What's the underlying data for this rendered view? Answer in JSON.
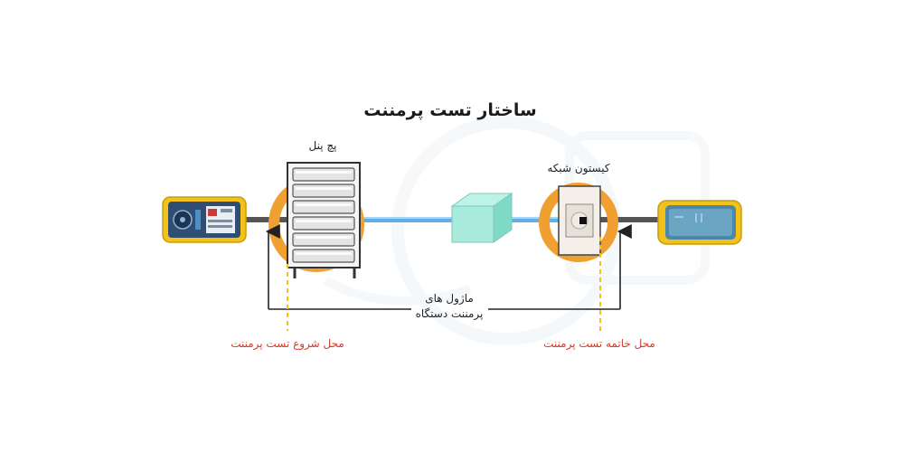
{
  "title": "ساختار تست پرمننت",
  "labels": {
    "patch_panel": "پچ پنل",
    "keystone": "کیستون شبکه",
    "module_line1": "ماژول های",
    "module_line2": "پرمننت دستگاه",
    "start_point": "محل شروع تست پرمننت",
    "end_point": "محل خاتمه تست پرمننت"
  },
  "colors": {
    "orange_ring": "#F0A030",
    "cable_blue": "#5FB0E8",
    "tester_yellow": "#F2C21B",
    "warning_red": "#D23A2A",
    "dashed_yellow": "#F2C21B",
    "cube": "#9FE8DA",
    "watermark": "#EEF2F4"
  }
}
